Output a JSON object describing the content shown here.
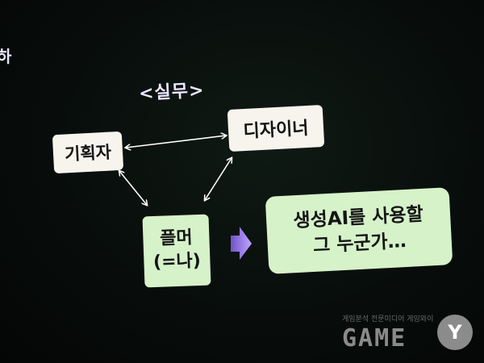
{
  "slide": {
    "corner_text": "하",
    "heading": "<실무>",
    "nodes": {
      "planner": "기획자",
      "designer": "디자이너",
      "me_line1": "플머",
      "me_line2": "(=나)",
      "ai_line1": "생성AI를 사용할",
      "ai_line2": "그 누군가…"
    }
  },
  "watermark": {
    "caption": "게임분석 전문미디어 게임와이",
    "logo": "GAME",
    "circle_glyph": "Y"
  },
  "colors": {
    "background": "#080d0b",
    "node_white": "#f7f4ee",
    "node_green": "#d6f2c9",
    "arrow": "#a58cf0",
    "link": "#ffffff"
  }
}
